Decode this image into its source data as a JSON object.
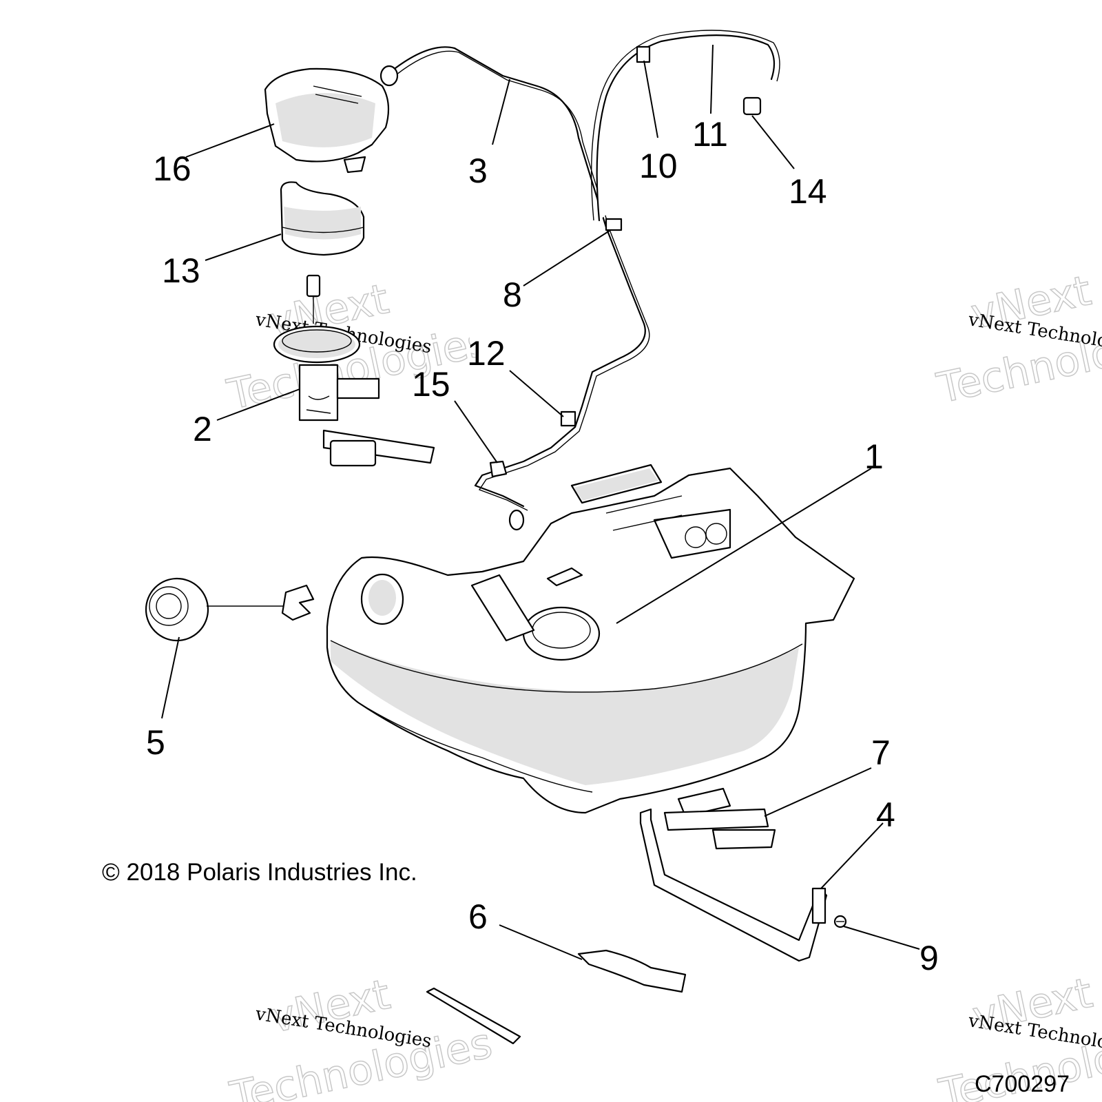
{
  "copyright": "© 2018 Polaris Industries Inc.",
  "diagram_code": "C700297",
  "watermark": {
    "line1": "vNext",
    "line2": "Technologies",
    "small": "vNext Technologies"
  },
  "callouts": {
    "c1": "1",
    "c2": "2",
    "c3": "3",
    "c4": "4",
    "c5": "5",
    "c6": "6",
    "c7": "7",
    "c8": "8",
    "c9": "9",
    "c10": "10",
    "c11": "11",
    "c12": "12",
    "c13": "13",
    "c14": "14",
    "c15": "15",
    "c16": "16"
  },
  "parts": [
    {
      "callout": "1",
      "icon": "fuel-tank"
    },
    {
      "callout": "2",
      "icon": "fuel-pump-assembly"
    },
    {
      "callout": "3",
      "icon": "fuel-line"
    },
    {
      "callout": "4",
      "icon": "tank-strap"
    },
    {
      "callout": "5",
      "icon": "fuel-cap"
    },
    {
      "callout": "6",
      "icon": "foam-pad"
    },
    {
      "callout": "7",
      "icon": "pad"
    },
    {
      "callout": "8",
      "icon": "clip"
    },
    {
      "callout": "9",
      "icon": "screw"
    },
    {
      "callout": "10",
      "icon": "clip"
    },
    {
      "callout": "11",
      "icon": "vent-hose"
    },
    {
      "callout": "12",
      "icon": "clip"
    },
    {
      "callout": "13",
      "icon": "pump-cover"
    },
    {
      "callout": "14",
      "icon": "vent-valve"
    },
    {
      "callout": "15",
      "icon": "clip"
    },
    {
      "callout": "16",
      "icon": "pump-guard"
    }
  ]
}
